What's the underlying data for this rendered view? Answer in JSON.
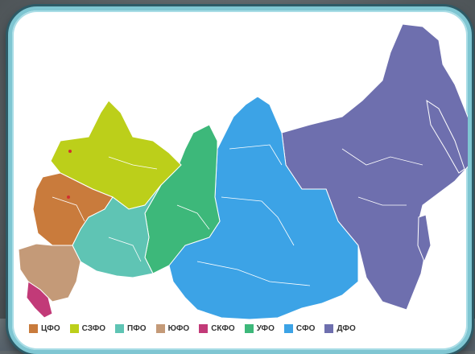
{
  "map": {
    "districts": [
      {
        "label": "ЦФО",
        "color": "#c97b3c"
      },
      {
        "label": "СЗФО",
        "color": "#bccf1a"
      },
      {
        "label": "ПФО",
        "color": "#5fc4b4"
      },
      {
        "label": "ЮФО",
        "color": "#c49a78"
      },
      {
        "label": "СКФО",
        "color": "#c23a78"
      },
      {
        "label": "УФО",
        "color": "#3db87a"
      },
      {
        "label": "СФО",
        "color": "#3ca3e6"
      },
      {
        "label": "ДФО",
        "color": "#6e6fae"
      }
    ]
  }
}
